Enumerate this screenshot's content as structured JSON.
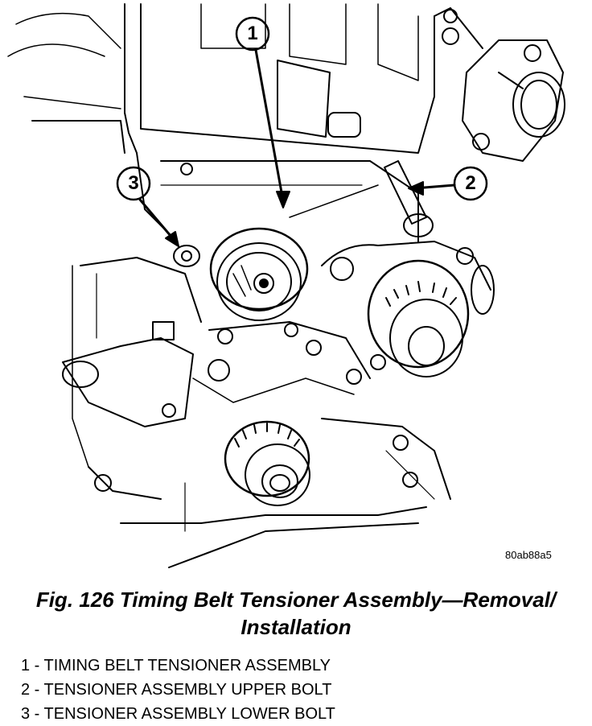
{
  "figure": {
    "callouts": [
      "1",
      "2",
      "3"
    ],
    "reference_code": "80ab88a5"
  },
  "caption": {
    "line1": "Fig. 126 Timing Belt Tensioner Assembly—Removal/",
    "line2": "Installation"
  },
  "legend": [
    "1 - TIMING BELT TENSIONER ASSEMBLY",
    "2 - TENSIONER ASSEMBLY UPPER BOLT",
    "3 - TENSIONER ASSEMBLY LOWER BOLT"
  ],
  "colors": {
    "ink": "#000000",
    "paper": "#ffffff"
  }
}
